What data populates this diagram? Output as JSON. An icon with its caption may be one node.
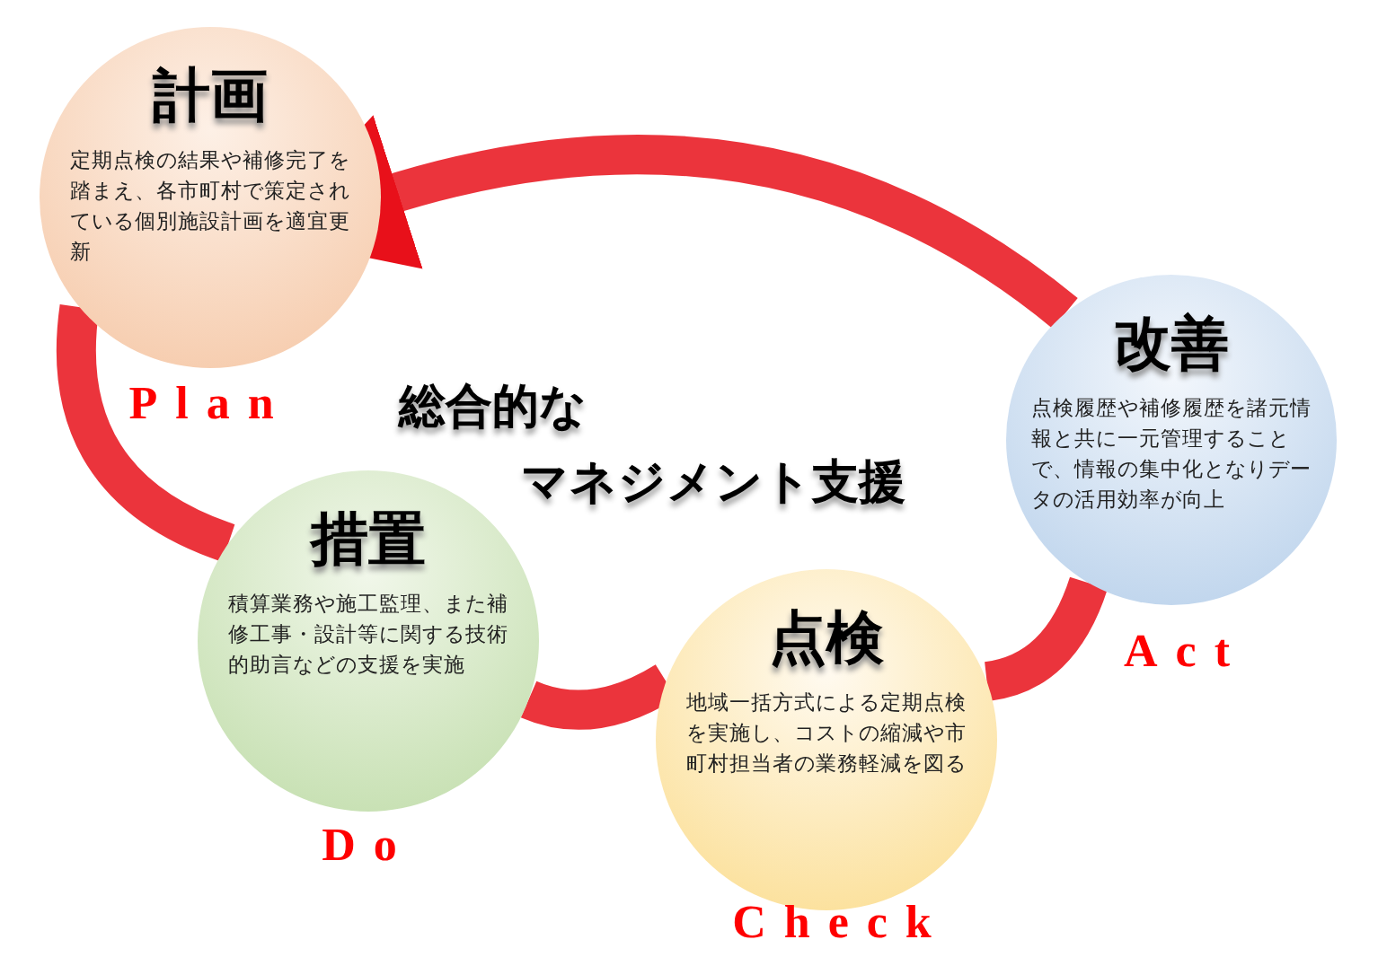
{
  "diagram": {
    "nodes": [
      {
        "text": [
          "計画",
          "定期点検の結果や補修完了を踏まえ、各市町村で策定されている個別施設計画を適宜更新"
        ],
        "beside": [
          "Plan"
        ]
      },
      {
        "text": [
          "措置",
          "積算業務や施工監理、また補修工事・設計等に関する技術的助言などの支援を実施"
        ],
        "beside": [
          "Do"
        ]
      },
      {
        "text": [
          "点検",
          "地域一括方式による定期点検を実施し、コストの縮減や市町村担当者の業務軽減を図る"
        ],
        "beside": [
          "Check"
        ]
      },
      {
        "text": [
          "改善",
          "点検履歴や補修履歴を諸元情報と共に一元管理することで、情報の集中化となりデータの活用効率が向上"
        ],
        "beside": [
          "Act"
        ]
      }
    ],
    "edges": [
      {
        "from": 0,
        "to": 1,
        "arrow": "none"
      },
      {
        "from": 1,
        "to": 2,
        "arrow": "none"
      },
      {
        "from": 2,
        "to": 3,
        "arrow": "none"
      },
      {
        "from": 3,
        "to": 0,
        "arrow": "to"
      }
    ],
    "labels": [
      "総合的な",
      "マネジメント支援"
    ]
  }
}
